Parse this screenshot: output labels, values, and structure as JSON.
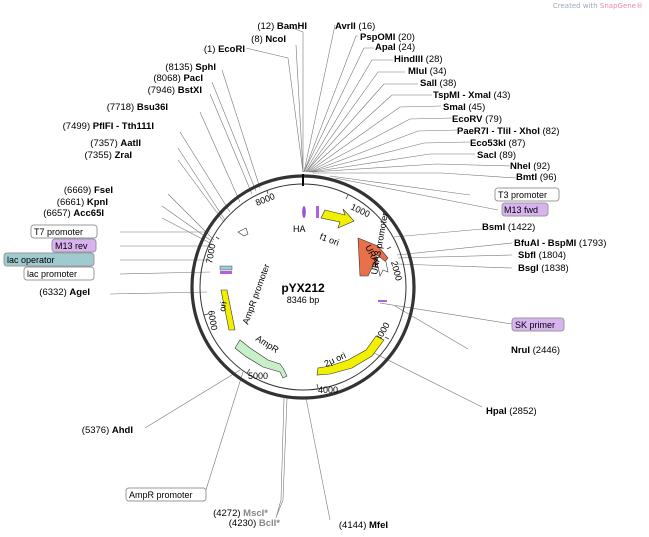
{
  "watermark": {
    "prefix": "Created with",
    "brand": "SnapGene®"
  },
  "plasmid": {
    "name": "pYX212",
    "size": "8346 bp"
  },
  "scale": [
    "1000",
    "2000",
    "3000",
    "4000",
    "5000",
    "6000",
    "7000",
    "8000"
  ],
  "enzymes": [
    {
      "name": "BamHI",
      "pos": "(12)"
    },
    {
      "name": "NcoI",
      "pos": "(8)"
    },
    {
      "name": "EcoRI",
      "pos": "(1)"
    },
    {
      "name": "SphI",
      "pos": "(8135)"
    },
    {
      "name": "PacI",
      "pos": "(8068)"
    },
    {
      "name": "BstXI",
      "pos": "(7946)"
    },
    {
      "name": "Bsu36I",
      "pos": "(7718)"
    },
    {
      "name": "PflFI - Tth111I",
      "pos": "(7499)"
    },
    {
      "name": "AatII",
      "pos": "(7357)"
    },
    {
      "name": "ZraI",
      "pos": "(7355)"
    },
    {
      "name": "FseI",
      "pos": "(6669)"
    },
    {
      "name": "KpnI",
      "pos": "(6661)"
    },
    {
      "name": "Acc65I",
      "pos": "(6657)"
    },
    {
      "name": "AgeI",
      "pos": "(6332)"
    },
    {
      "name": "AhdI",
      "pos": "(5376)"
    },
    {
      "name": "MscI*",
      "pos": "(4272)"
    },
    {
      "name": "BclI*",
      "pos": "(4230)"
    },
    {
      "name": "MfeI",
      "pos": "(4144)"
    },
    {
      "name": "HpaI",
      "pos": "(2852)"
    },
    {
      "name": "NruI",
      "pos": "(2446)"
    },
    {
      "name": "BsgI",
      "pos": "(1838)"
    },
    {
      "name": "SbfI",
      "pos": "(1804)"
    },
    {
      "name": "BfuAI - BspMI",
      "pos": "(1793)"
    },
    {
      "name": "BsmI",
      "pos": "(1422)"
    },
    {
      "name": "BmtI",
      "pos": "(96)"
    },
    {
      "name": "NheI",
      "pos": "(92)"
    },
    {
      "name": "SacI",
      "pos": "(89)"
    },
    {
      "name": "Eco53kI",
      "pos": "(87)"
    },
    {
      "name": "PaeR7I - TliI - XhoI",
      "pos": "(82)"
    },
    {
      "name": "EcoRV",
      "pos": "(79)"
    },
    {
      "name": "SmaI",
      "pos": "(45)"
    },
    {
      "name": "TspMI - XmaI",
      "pos": "(43)"
    },
    {
      "name": "SalI",
      "pos": "(38)"
    },
    {
      "name": "MluI",
      "pos": "(34)"
    },
    {
      "name": "HindIII",
      "pos": "(28)"
    },
    {
      "name": "ApaI",
      "pos": "(24)"
    },
    {
      "name": "PspOMI",
      "pos": "(20)"
    },
    {
      "name": "AvrII",
      "pos": "(16)"
    }
  ],
  "boxes": {
    "t3": "T3 promoter",
    "m13fwd": "M13 fwd",
    "t7": "T7 promoter",
    "m13rev": "M13 rev",
    "lacop": "lac operator",
    "lacprom": "lac promoter",
    "skprimer": "SK primer",
    "amprprom": "AmpR promoter"
  },
  "features": {
    "ha": "HA",
    "f1": "f1 ori",
    "ura3": "URA3",
    "ura3prom": "URA3 promoter",
    "twomu": "2μ ori",
    "ampr": "AmpR",
    "ori": "ori",
    "amprprom": "AmpR promoter"
  },
  "colors": {
    "ura3": "#e8704a",
    "ori": "#f2f000",
    "twomu": "#f2f000",
    "ampr": "#c8f0c8",
    "primer": "#d9b3f0",
    "operator": "#9ecad0"
  }
}
